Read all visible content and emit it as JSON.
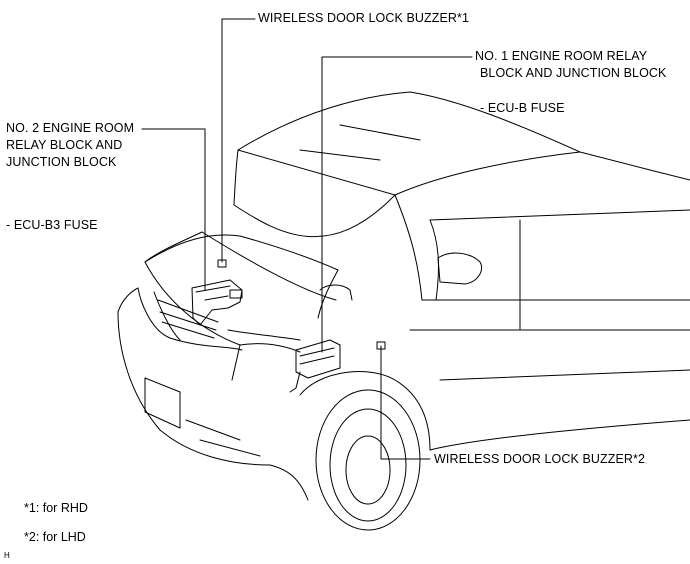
{
  "labels": {
    "buzzer1": "WIRELESS DOOR LOCK BUZZER*1",
    "relay1_line1": "NO. 1 ENGINE ROOM RELAY",
    "relay1_line2": "BLOCK AND JUNCTION BLOCK",
    "relay1_fuse": "- ECU-B FUSE",
    "relay2_line1": "NO. 2 ENGINE ROOM",
    "relay2_line2": "RELAY BLOCK AND",
    "relay2_line3": "JUNCTION BLOCK",
    "relay2_fuse": "- ECU-B3 FUSE",
    "buzzer2": "WIRELESS DOOR LOCK BUZZER*2"
  },
  "notes": {
    "rhd": "*1: for RHD",
    "lhd": "*2: for LHD"
  },
  "corner_mark": "H",
  "colors": {
    "ink": "#000000",
    "background": "#ffffff"
  }
}
